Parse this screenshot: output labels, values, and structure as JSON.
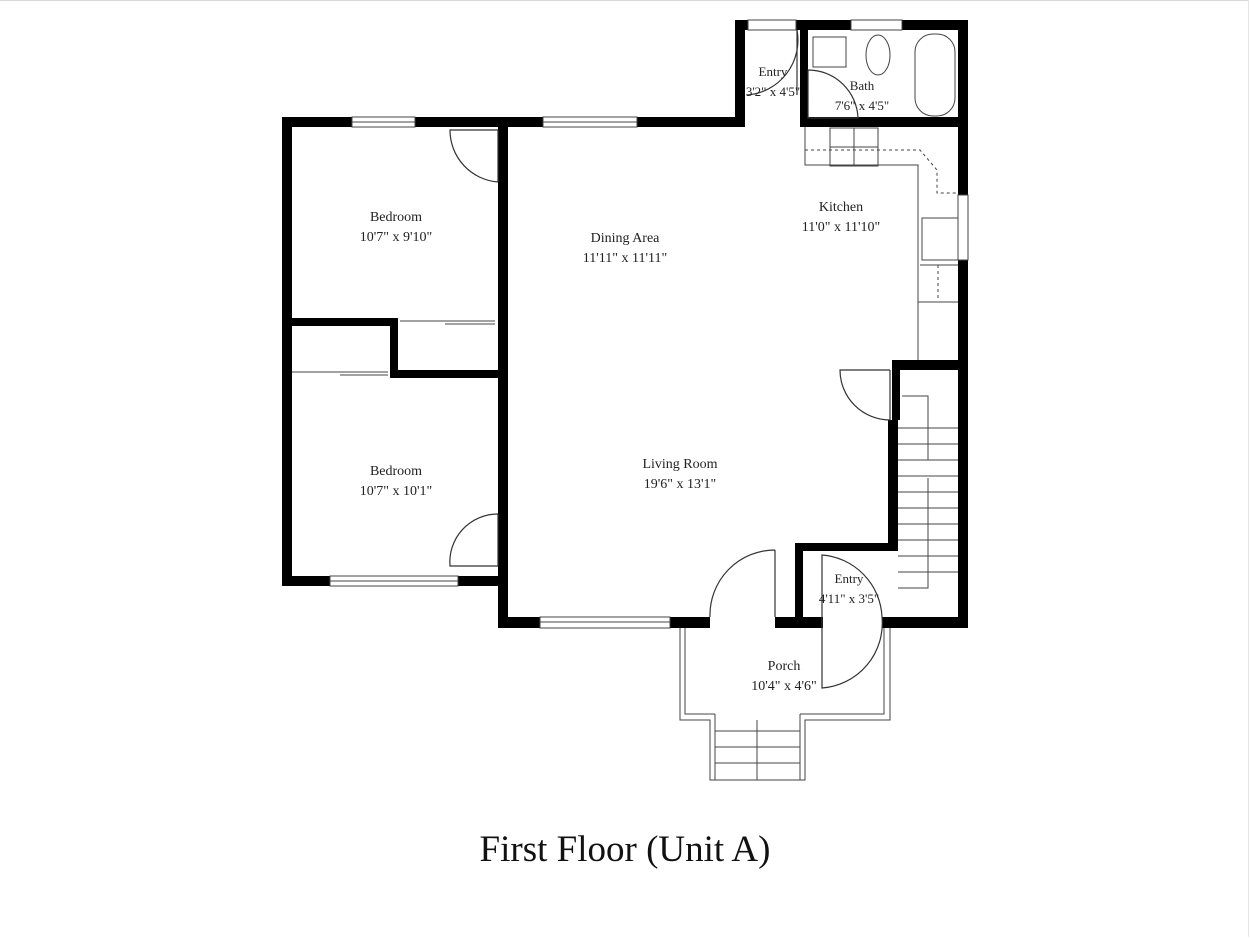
{
  "title": "First Floor (Unit A)",
  "colors": {
    "wall": "#000000",
    "background": "#ffffff",
    "text": "#222222"
  },
  "rooms": [
    {
      "id": "entry-top",
      "name": "Entry",
      "dims": "3'2\" x 4'5\""
    },
    {
      "id": "bath",
      "name": "Bath",
      "dims": "7'6\" x 4'5\""
    },
    {
      "id": "kitchen",
      "name": "Kitchen",
      "dims": "11'0\" x 11'10\""
    },
    {
      "id": "dining",
      "name": "Dining Area",
      "dims": "11'11\" x 11'11\""
    },
    {
      "id": "bedroom-1",
      "name": "Bedroom",
      "dims": "10'7\" x 9'10\""
    },
    {
      "id": "bedroom-2",
      "name": "Bedroom",
      "dims": "10'7\" x 10'1\""
    },
    {
      "id": "living",
      "name": "Living Room",
      "dims": "19'6\" x 13'1\""
    },
    {
      "id": "entry-bottom",
      "name": "Entry",
      "dims": "4'11\" x 3'5\""
    },
    {
      "id": "porch",
      "name": "Porch",
      "dims": "10'4\" x 4'6\""
    }
  ]
}
